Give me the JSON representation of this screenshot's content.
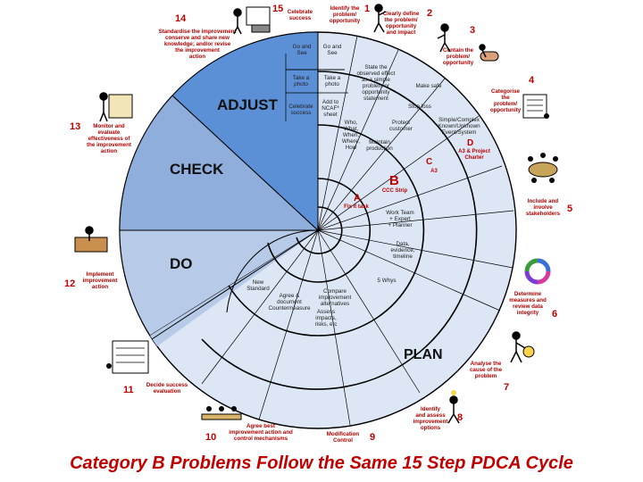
{
  "colors": {
    "adjust_fill": "#5b8fd6",
    "check_fill": "#8faedb",
    "do_fill": "#b7cbe8",
    "plan_fill": "#dce6f4",
    "outline": "#000000",
    "red_text": "#c00000"
  },
  "quadrants": {
    "adjust": "ADJUST",
    "check": "CHECK",
    "do": "DO",
    "plan": "PLAN"
  },
  "levels": {
    "a": "A",
    "a_note": "Fix it task",
    "b": "B",
    "b_note": "CCC Strip",
    "c": "C",
    "c_note": "A3",
    "d": "D",
    "d_note": "A3 & Project\nCharter"
  },
  "inner_labels": {
    "go_and_see_1": "Go and\nSee",
    "go_and_see_2": "Go and\nSee",
    "take_photo_1": "Take a\nphoto",
    "take_photo_2": "Take a\nphoto",
    "add_to_ncaf": "Add to\nNCAF*\nsheet",
    "celebrate_success": "Celebrate\nsuccess",
    "state_observed": "State the\nobserved effect\nas a simple\nproblem or\nopportunity\nstatement",
    "make_safe": "Make safe",
    "stop_loss": "Stop loss",
    "who_what": "Who,\nWhat,\nWhen,\nWhere,\nHow",
    "protect_customer": "Protect\ncustomer",
    "maintain_production": "Maintain\nproduction",
    "simple_complex": "Simple/Complex\nKnown/Unknown\nEvent/System",
    "work_team": "Work Team\n+ Expert\n+ Planner",
    "data_evidence": "Data,\nevidence,\ntimeline",
    "five_whys": "5 Whys",
    "compare_alternatives": "Compare\nimprovement\nalternatives",
    "assess_impacts": "Assess\nimpacts,\nrisks, etc",
    "agree_document": "Agree &\ndocument\nCountermeasure",
    "new_standard": "New\nStandard"
  },
  "steps": [
    {
      "num": "1",
      "text": "Identify the\nproblem/\nopportunity"
    },
    {
      "num": "2",
      "text": "Clearly define\nthe problem/\nopportunity\nand impact"
    },
    {
      "num": "3",
      "text": "Contain the\nproblem/\nopportunity"
    },
    {
      "num": "4",
      "text": "Categorise\nthe\nproblem/\nopportunity"
    },
    {
      "num": "5",
      "text": "Include and\ninvolve\nstakeholders"
    },
    {
      "num": "6",
      "text": "Determine\nmeasures and\nreview data\nintegrity"
    },
    {
      "num": "7",
      "text": "Analyse the\ncause of the\nproblem"
    },
    {
      "num": "8",
      "text": "Identify\nand assess\nimprovement\noptions"
    },
    {
      "num": "9",
      "text": "Modification\nControl"
    },
    {
      "num": "10",
      "text": "Agree best\nimprovement action and\ncontrol mechanisms"
    },
    {
      "num": "11",
      "text": "Decide success\nevaluation"
    },
    {
      "num": "12",
      "text": "Implement\nimprovement\naction"
    },
    {
      "num": "13",
      "text": "Monitor and\nevaluate\neffectiveness of\nthe improvement\naction"
    },
    {
      "num": "14",
      "text": "Standardise the improvement\nconserve and share new\nknowledge; and/or revise\nthe improvement\naction"
    },
    {
      "num": "15",
      "text": "Celebrate\nsuccess"
    }
  ],
  "caption": "Category B Problems Follow the Same 15 Step PDCA Cycle"
}
